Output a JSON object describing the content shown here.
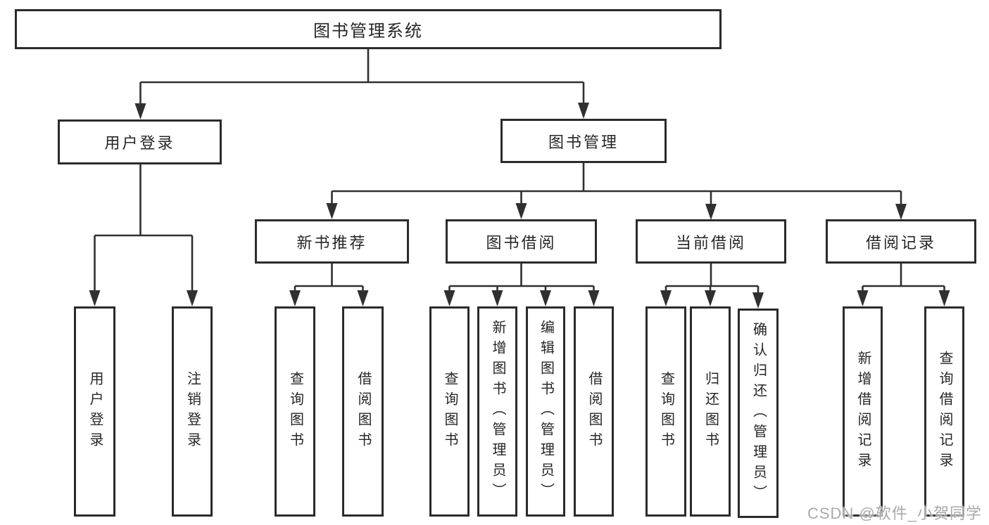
{
  "colors": {
    "background": "#ffffff",
    "line": "#303030",
    "box_border": "#2b2b2b",
    "text": "#262626",
    "watermark": "#a9a9a9"
  },
  "tree": {
    "root": {
      "label": "图书管理系统"
    },
    "branches": [
      {
        "label": "用户登录",
        "children": [
          {
            "label": "用户登录"
          },
          {
            "label": "注销登录"
          }
        ]
      },
      {
        "label": "图书管理",
        "children": [
          {
            "label": "新书推荐",
            "children": [
              {
                "label": "查询图书"
              },
              {
                "label": "借阅图书"
              }
            ]
          },
          {
            "label": "图书借阅",
            "children": [
              {
                "label": "查询图书"
              },
              {
                "label": "新增图书（管理员）"
              },
              {
                "label": "编辑图书（管理员）"
              },
              {
                "label": "借阅图书"
              }
            ]
          },
          {
            "label": "当前借阅",
            "children": [
              {
                "label": "查询图书"
              },
              {
                "label": "归还图书"
              },
              {
                "label": "确认归还（管理员）"
              }
            ]
          },
          {
            "label": "借阅记录",
            "children": [
              {
                "label": "新增借阅记录"
              },
              {
                "label": "查询借阅记录"
              }
            ]
          }
        ]
      }
    ]
  },
  "watermark": {
    "text": "CSDN @软件_小贺同学"
  }
}
